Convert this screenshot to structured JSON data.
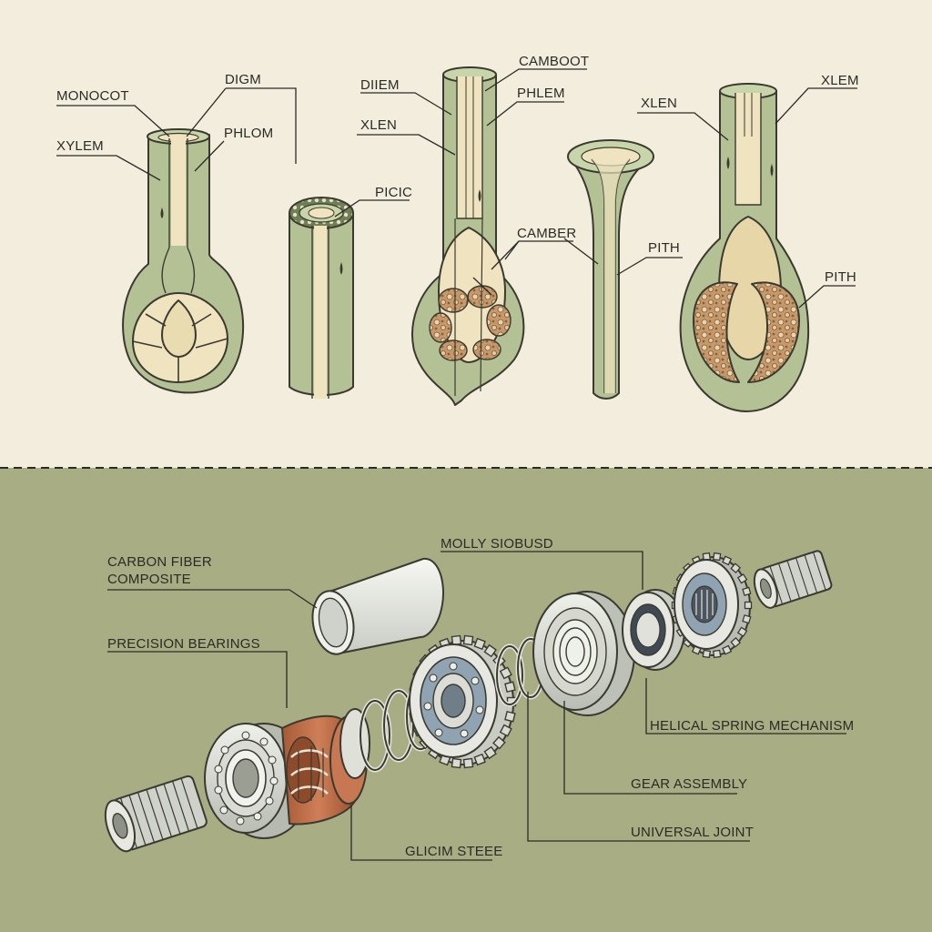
{
  "plant_labels": {
    "monocot": "MONOCOT",
    "digm": "DIGM",
    "xylem_1": "XYLEM",
    "phlom": "PHLOM",
    "picic": "PICIC",
    "diiem": "DIIEM",
    "xlen_1": "XLEN",
    "camboot": "CAMBOOT",
    "phlem": "PHLEM",
    "camber": "CAMBER",
    "pith_1": "PITH",
    "xlen_2": "XLEN",
    "xlem": "XLEM",
    "pith_2": "PITH"
  },
  "mechanism_labels": {
    "carbon_fiber_line1": "CARBON FIBER",
    "carbon_fiber_line2": "COMPOSITE",
    "molly_siobusd": "MOLLY SIOBUSD",
    "precision_bearings": "PRECISION BEARINGS",
    "helical_spring": "HELICAL SPRING MECHANISM",
    "gear_assembly": "GEAR ASSEMBLY",
    "universal_joint": "UNIVERSAL JOINT",
    "glicim_steee": "GLICIM STEEE"
  },
  "colors": {
    "top_background": "#f2eddc",
    "bottom_background": "#a8ad83",
    "stem_green": "#b3c195",
    "pith_cream": "#f0e4c0",
    "xylem_brown": "#b98a5a",
    "copper": "#b96a45",
    "steel": "#d4d6cf",
    "outline": "#3b3a30"
  }
}
